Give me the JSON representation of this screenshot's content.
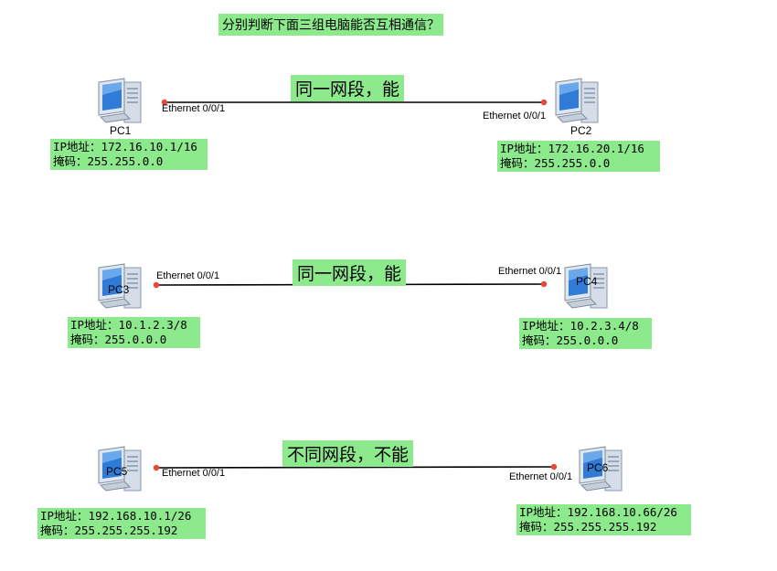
{
  "title": "分别判断下面三组电脑能否互相通信？",
  "colors": {
    "highlight": "#8ce98c",
    "link": "#000000",
    "port_dot": "#e8473b"
  },
  "groups": [
    {
      "verdict": "同一网段，能",
      "left": {
        "name": "PC1",
        "port": "Ethernet 0/0/1",
        "ip": "IP地址：172.16.10.1/16",
        "mask": "掩码：255.255.0.0"
      },
      "right": {
        "name": "PC2",
        "port": "Ethernet 0/0/1",
        "ip": "IP地址：172.16.20.1/16",
        "mask": "掩码：255.255.0.0"
      }
    },
    {
      "verdict": "同一网段，能",
      "left": {
        "name": "PC3",
        "port": "Ethernet 0/0/1",
        "ip": "IP地址：10.1.2.3/8",
        "mask": "掩码：255.0.0.0"
      },
      "right": {
        "name": "PC4",
        "port": "Ethernet 0/0/1",
        "ip": "IP地址：10.2.3.4/8",
        "mask": "掩码：255.0.0.0"
      }
    },
    {
      "verdict": "不同网段，不能",
      "left": {
        "name": "PC5",
        "port": "Ethernet 0/0/1",
        "ip": "IP地址：192.168.10.1/26",
        "mask": "掩码：255.255.255.192"
      },
      "right": {
        "name": "PC6",
        "port": "Ethernet 0/0/1",
        "ip": "IP地址：192.168.10.66/26",
        "mask": "掩码：255.255.255.192"
      }
    }
  ]
}
